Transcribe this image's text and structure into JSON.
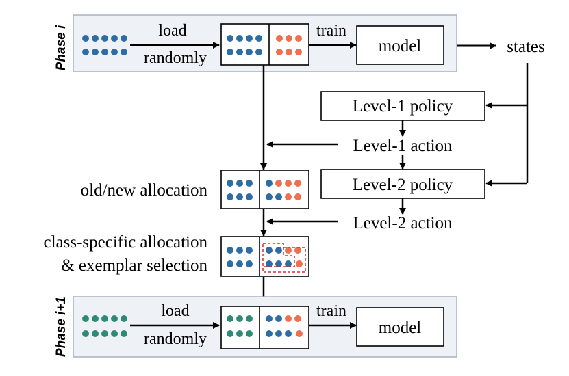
{
  "colors": {
    "old_class": "#2e6da4",
    "new_class": "#ef6f4e",
    "next_class": "#2e8a74",
    "panel_fill": "#eef1f6",
    "panel_stroke": "#a9b2c3",
    "selection_dash": "#d0312d"
  },
  "phase_i": {
    "label_prefix": "Phase ",
    "label_var": "i",
    "load": "load",
    "randomly": "randomly",
    "train": "train",
    "model": "model"
  },
  "states": "states",
  "level1_policy": "Level-1 policy",
  "level1_action": "Level-1 action",
  "level2_policy": "Level-2 policy",
  "level2_action": "Level-2 action",
  "old_new_allocation": "old/new allocation",
  "class_specific_line1": "class-specific allocation",
  "class_specific_line2": "& exemplar selection",
  "phase_i1": {
    "label_prefix": "Phase ",
    "label_var": "i",
    "label_suffix": "+1",
    "load": "load",
    "randomly": "randomly",
    "train": "train",
    "model": "model"
  }
}
